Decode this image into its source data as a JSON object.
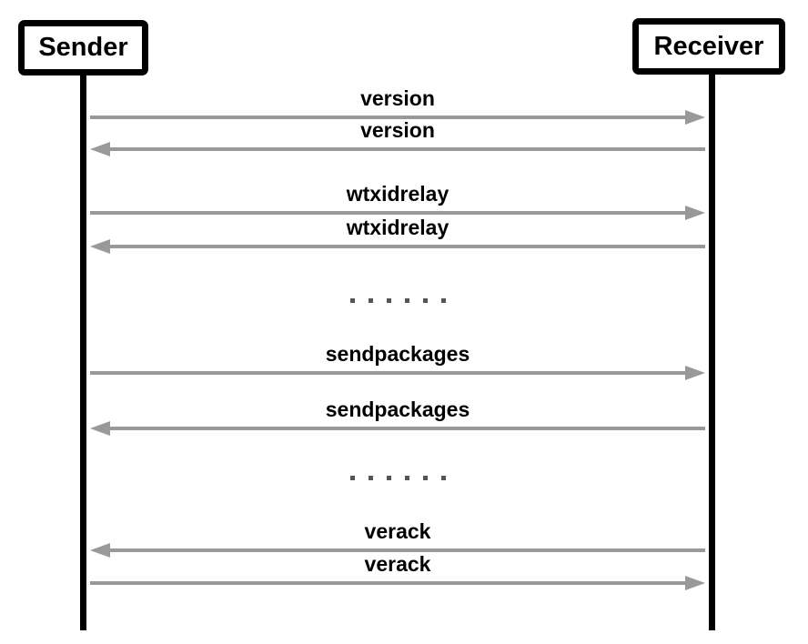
{
  "diagram": {
    "type": "sequence-diagram",
    "actors": [
      {
        "name": "Sender"
      },
      {
        "name": "Receiver"
      }
    ],
    "messages": [
      {
        "label": "version",
        "direction": "right",
        "from": "Sender",
        "to": "Receiver"
      },
      {
        "label": "version",
        "direction": "left",
        "from": "Receiver",
        "to": "Sender"
      },
      {
        "label": "wtxidrelay",
        "direction": "right",
        "from": "Sender",
        "to": "Receiver"
      },
      {
        "label": "wtxidrelay",
        "direction": "left",
        "from": "Receiver",
        "to": "Sender"
      },
      {
        "label": ". . . . . .",
        "direction": "none",
        "type": "ellipsis"
      },
      {
        "label": "sendpackages",
        "direction": "right",
        "from": "Sender",
        "to": "Receiver"
      },
      {
        "label": "sendpackages",
        "direction": "left",
        "from": "Receiver",
        "to": "Sender"
      },
      {
        "label": ". . . . . .",
        "direction": "none",
        "type": "ellipsis"
      },
      {
        "label": "verack",
        "direction": "left",
        "from": "Receiver",
        "to": "Sender"
      },
      {
        "label": "verack",
        "direction": "right",
        "from": "Sender",
        "to": "Receiver"
      }
    ],
    "colors": {
      "arrow": "#999999",
      "lifeline": "#000000",
      "box_border": "#000000",
      "label_text": "#000000",
      "ellipsis_dots": "#555555",
      "background": "#ffffff"
    }
  }
}
